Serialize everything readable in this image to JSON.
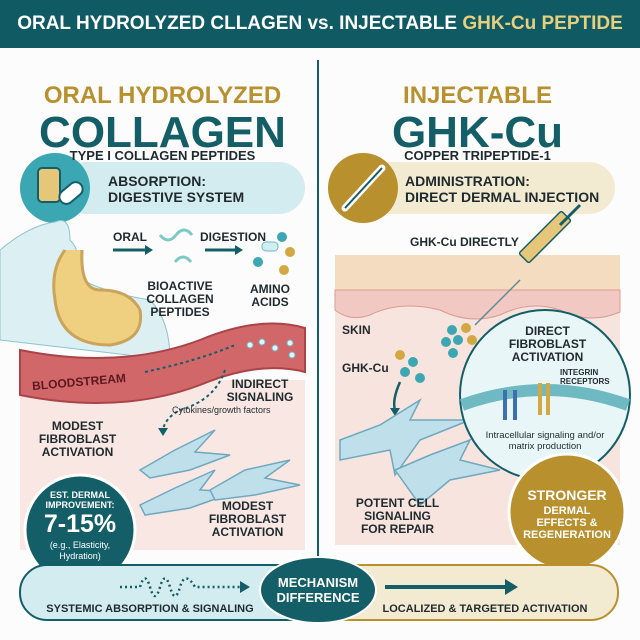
{
  "header": {
    "title_main": "ORAL HYDROLYZED CLLAGEN vs. INJECTABLE ",
    "title_accent": "GHK-Cu PEPTIDE"
  },
  "left": {
    "kicker": "ORAL HYDROLYZED",
    "title": "COLLAGEN",
    "subtitle": "TYPE I COLLAGEN PEPTIDES",
    "route_line1": "ABSORPTION:",
    "route_line2": "DIGESTIVE SYSTEM",
    "route_icon": "supplement-bottle-and-capsule-icon",
    "step_oral": "ORAL",
    "step_digestion": "DIGESTION",
    "peptides_label": "BIOACTIVE COLLAGEN PEPTIDES",
    "amino_label": "AMINO ACIDS",
    "bloodstream": "BLOODSTREAM",
    "indirect": "INDIRECT SIGNALING",
    "cytokines": "Cytokines/growth factors",
    "fibro_1": "MODEST FIBROBLAST ACTIVATION",
    "fibro_2": "MODEST FIBROBLAST ACTIVATION",
    "result_heading": "EST. DERMAL IMPROVEMENT:",
    "result_value": "7-15%",
    "result_note": "(e.g., Elasticity, Hydration)",
    "bottom_label": "SYSTEMIC ABSORPTION & SIGNALING"
  },
  "right": {
    "kicker": "INJECTABLE",
    "title": "GHK-Cu",
    "subtitle": "COPPER TRIPEPTIDE-1",
    "route_line1": "ADMINISTRATION:",
    "route_line2": "DIRECT DERMAL INJECTION",
    "route_icon": "syringe-icon",
    "direct_label": "GHK-Cu DIRECTLY",
    "skin": "SKIN",
    "ghk_label": "GHK-Cu",
    "zoom_title": "DIRECT FIBROBLAST ACTIVATION",
    "integrin": "INTEGRIN RECEPTORS",
    "intracellular": "Intracellular signaling and/or matrix production",
    "potent": "POTENT CELL SIGNALING FOR REPAIR",
    "result_line1": "STRONGER",
    "result_line2": "DERMAL EFFECTS & REGENERATION",
    "bottom_label": "LOCALIZED & TARGETED ACTIVATION"
  },
  "center": {
    "mechanism": "MECHANISM DIFFERENCE"
  },
  "colors": {
    "teal": "#0f5a63",
    "gold": "#b8902d",
    "light_teal": "#d3ecef",
    "beige": "#f3ead2",
    "blood": "#c9585c"
  }
}
